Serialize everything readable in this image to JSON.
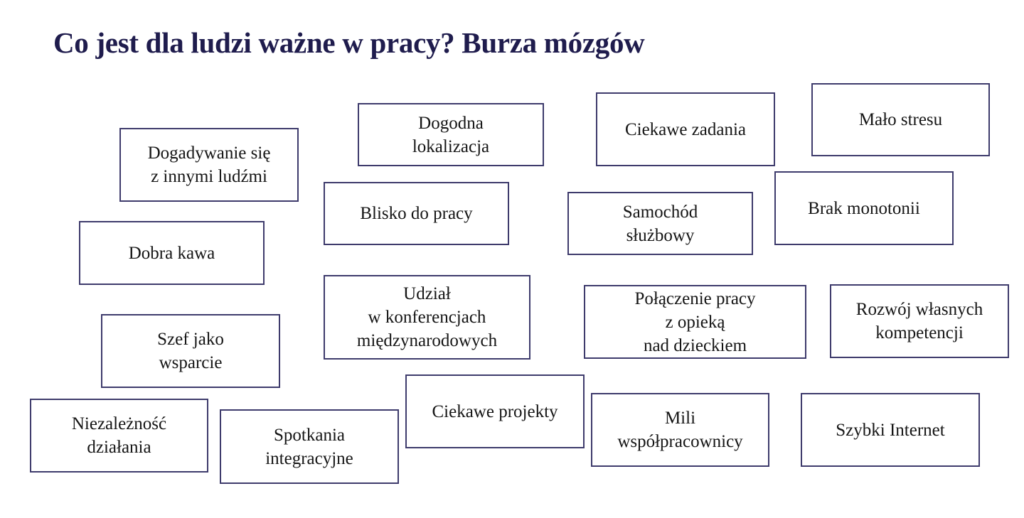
{
  "title": "Co jest dla ludzi ważne w pracy? Burza mózgów",
  "accent_color": "#1f1c4d",
  "items": [
    "Dogadywanie się\nz innymi ludźmi",
    "Dogodna\nlokalizacja",
    "Ciekawe zadania",
    "Mało stresu",
    "Blisko do pracy",
    "Samochód\nsłużbowy",
    "Brak monotonii",
    "Dobra kawa",
    "Udział\nw konferencjach\nmiędzynarodowych",
    "Połączenie pracy\nz opieką\nnad dzieckiem",
    "Rozwój własnych\nkompetencji",
    "Szef jako\nwsparcie",
    "Niezależność\ndziałania",
    "Spotkania\nintegracyjne",
    "Ciekawe projekty",
    "Mili\nwspółpracownicy",
    "Szybki Internet"
  ]
}
